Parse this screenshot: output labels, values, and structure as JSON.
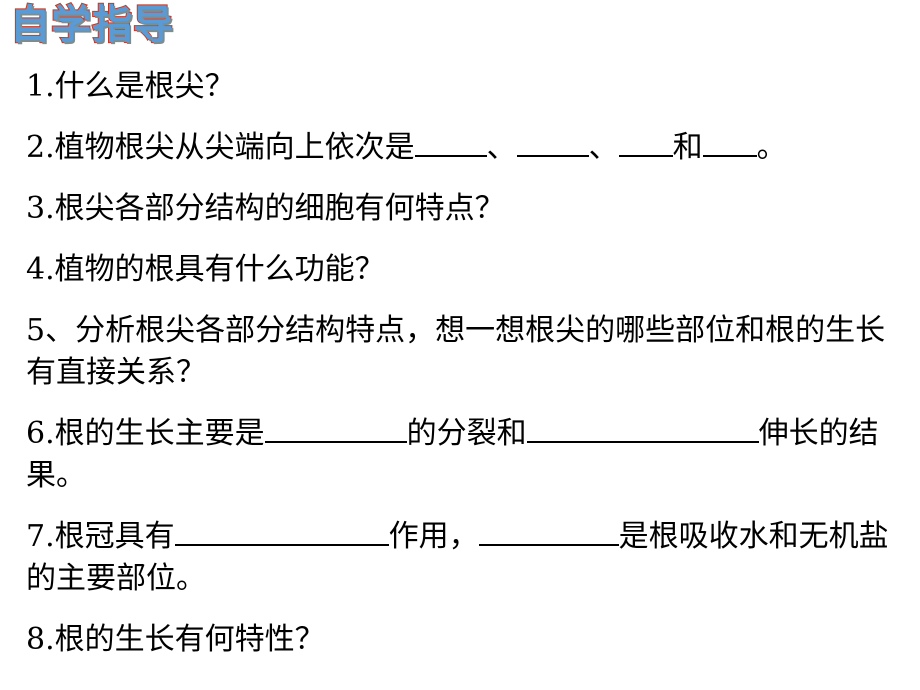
{
  "title": "自学指导",
  "questions": {
    "q1": "1.什么是根尖？",
    "q2": {
      "part1": "2.植物根尖从尖端向上依次是",
      "sep1": "、",
      "sep2": "、",
      "sep3": "和",
      "end": "。"
    },
    "q3": "3.根尖各部分结构的细胞有何特点？",
    "q4": "4.植物的根具有什么功能？",
    "q5": "5、分析根尖各部分结构特点，想一想根尖的哪些部位和根的生长有直接关系？",
    "q6": {
      "part1": "6.根的生长主要是",
      "part2": "的分裂和",
      "part3": "伸长的结果。"
    },
    "q7": {
      "part1": "7.根冠具有",
      "part2": "作用，",
      "part3": "是根吸收水和无机盐的主要部位。"
    },
    "q8": "8.根的生长有何特性？"
  }
}
